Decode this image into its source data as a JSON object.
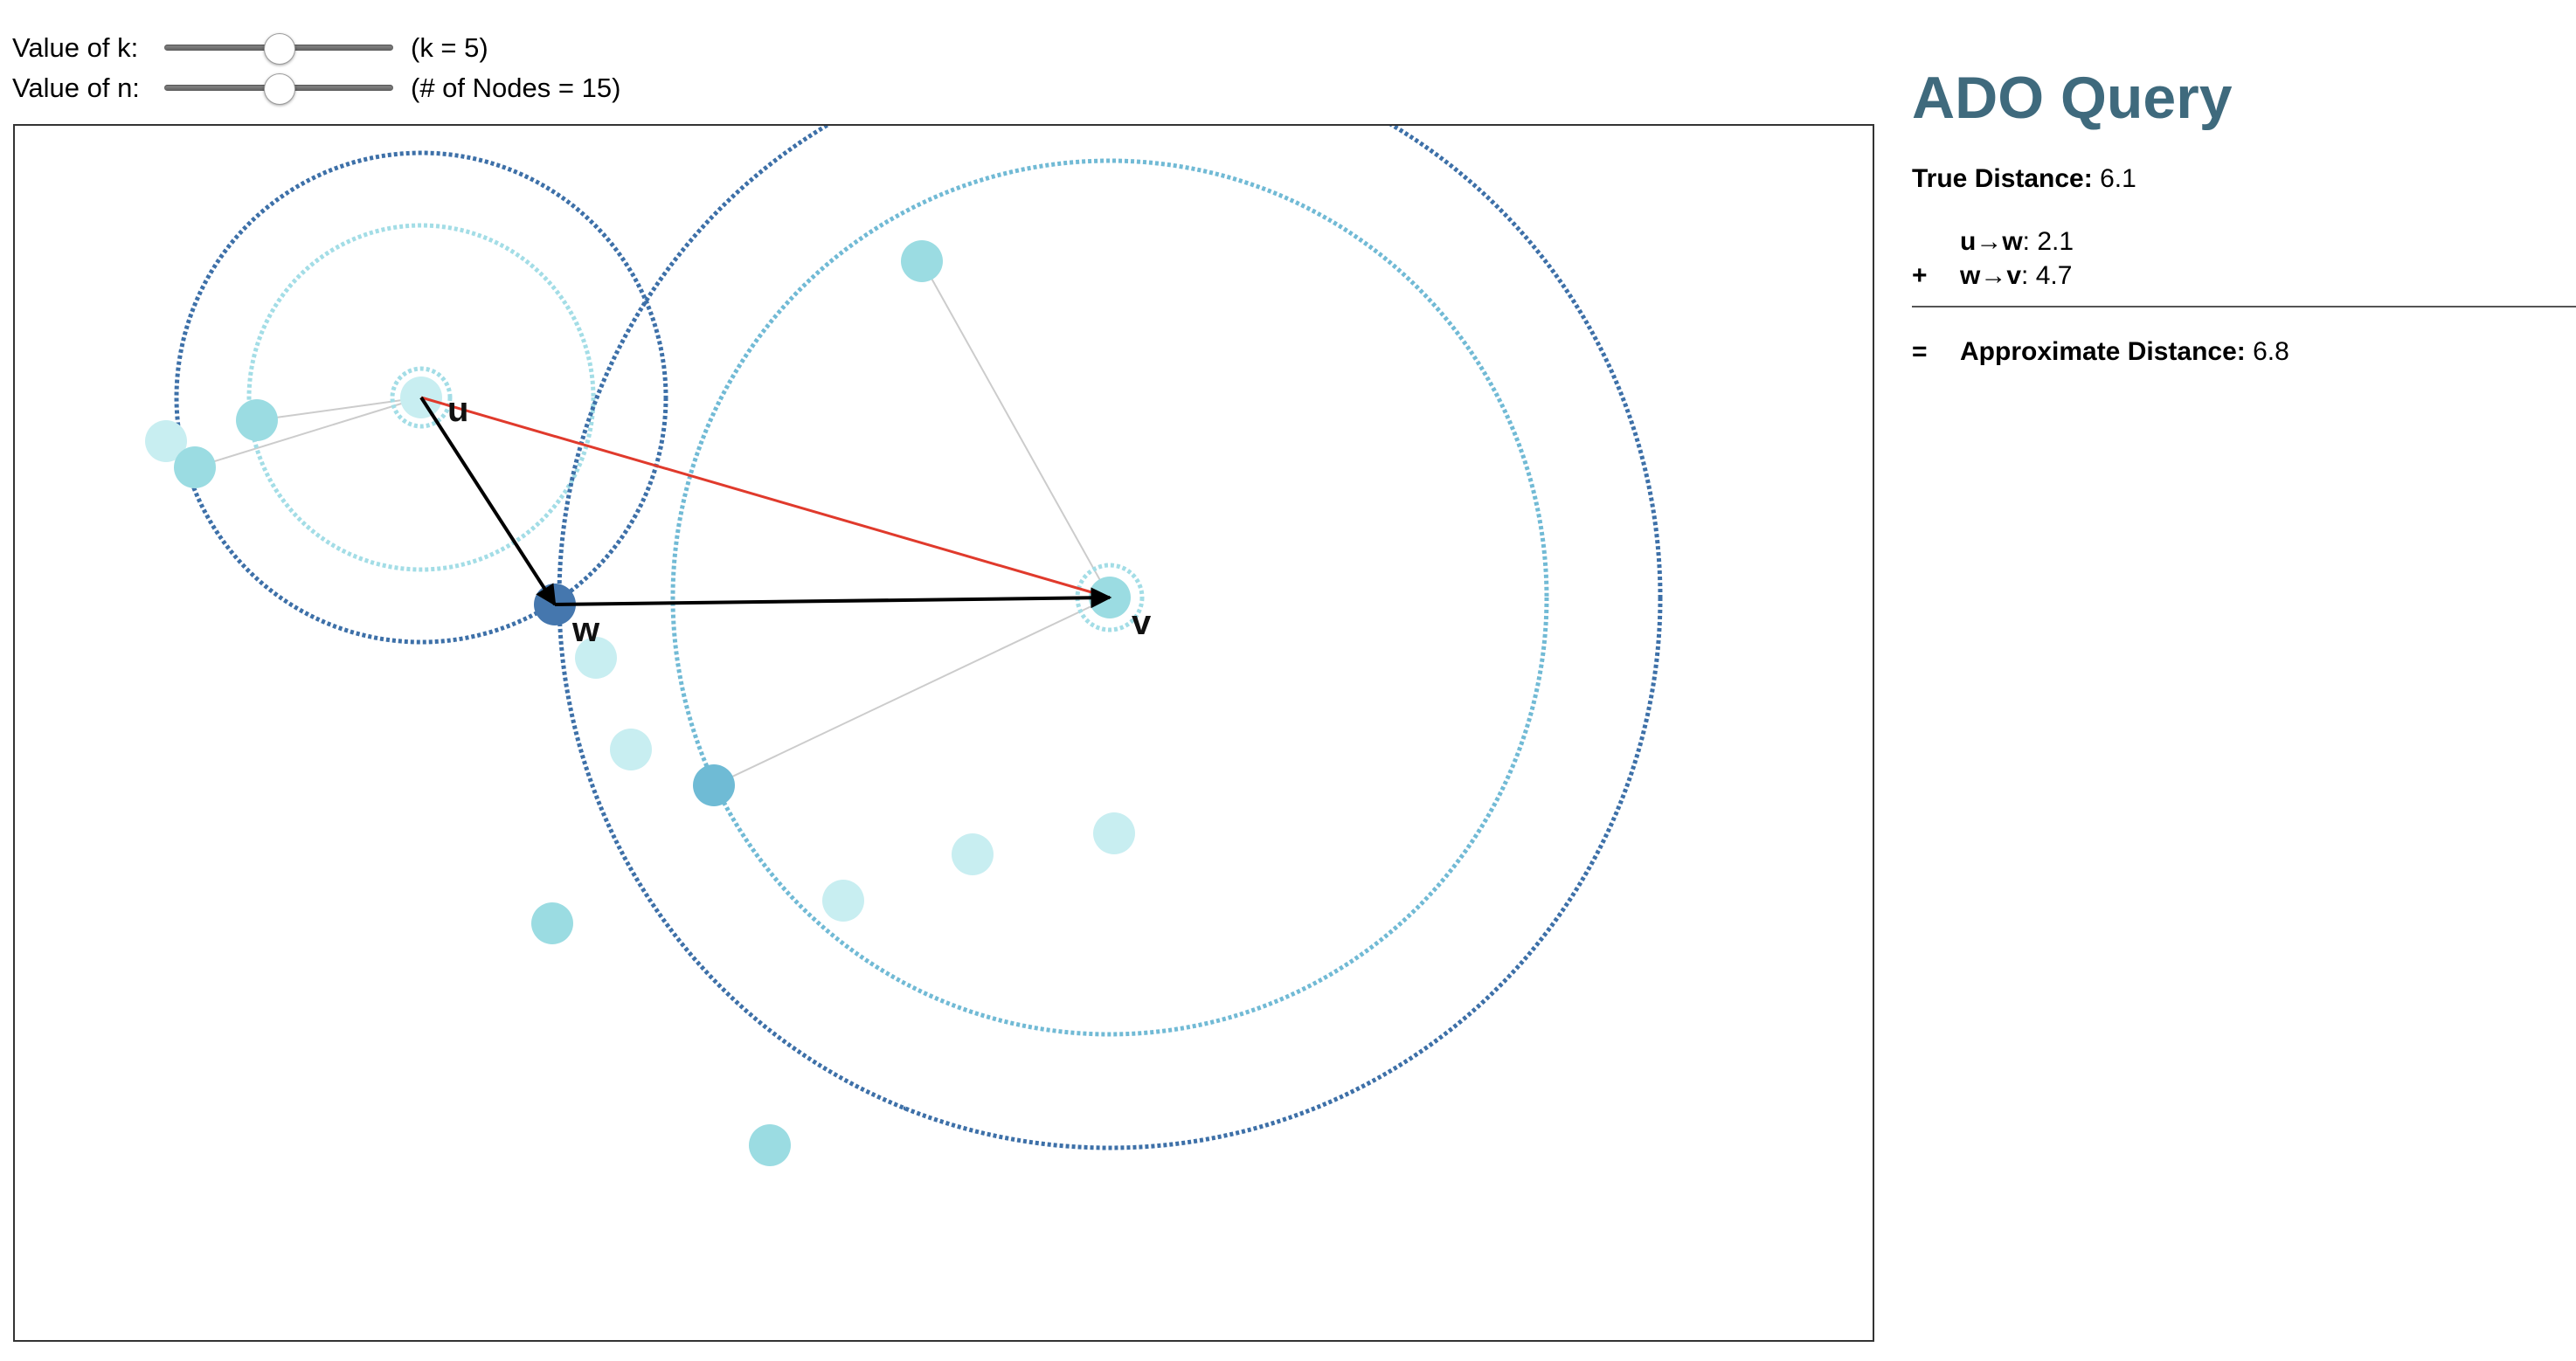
{
  "controls": {
    "k": {
      "label": "Value of k:",
      "value_text": "(k = 5)",
      "level": 0.5
    },
    "n": {
      "label": "Value of n:",
      "value_text": "(# of Nodes = 15)",
      "level": 0.5
    }
  },
  "panel": {
    "title": "ADO Query",
    "true_distance": {
      "label": "True Distance:",
      "value": "6.1"
    },
    "hops": [
      {
        "from": "u",
        "arrow": "→",
        "to": "w",
        "value": "2.1"
      },
      {
        "from": "w",
        "arrow": "→",
        "to": "v",
        "value": "4.7"
      }
    ],
    "plus": "+",
    "equals": "=",
    "approx_distance": {
      "label": "Approximate Distance:",
      "value": "6.8"
    }
  },
  "graph": {
    "labels": {
      "u": "u",
      "w": "w",
      "v": "v"
    },
    "colors": {
      "light": "#c8eef1",
      "mid": "#9bdce2",
      "teal": "#6fbbd5",
      "dark": "#4577ae",
      "ring_dark": "#3d70a8",
      "ring_mid": "#71bad5",
      "ring_light": "#a3dde6",
      "edge": "#cccccc",
      "query_edge": "#e03a2c",
      "path": "#000000"
    }
  }
}
